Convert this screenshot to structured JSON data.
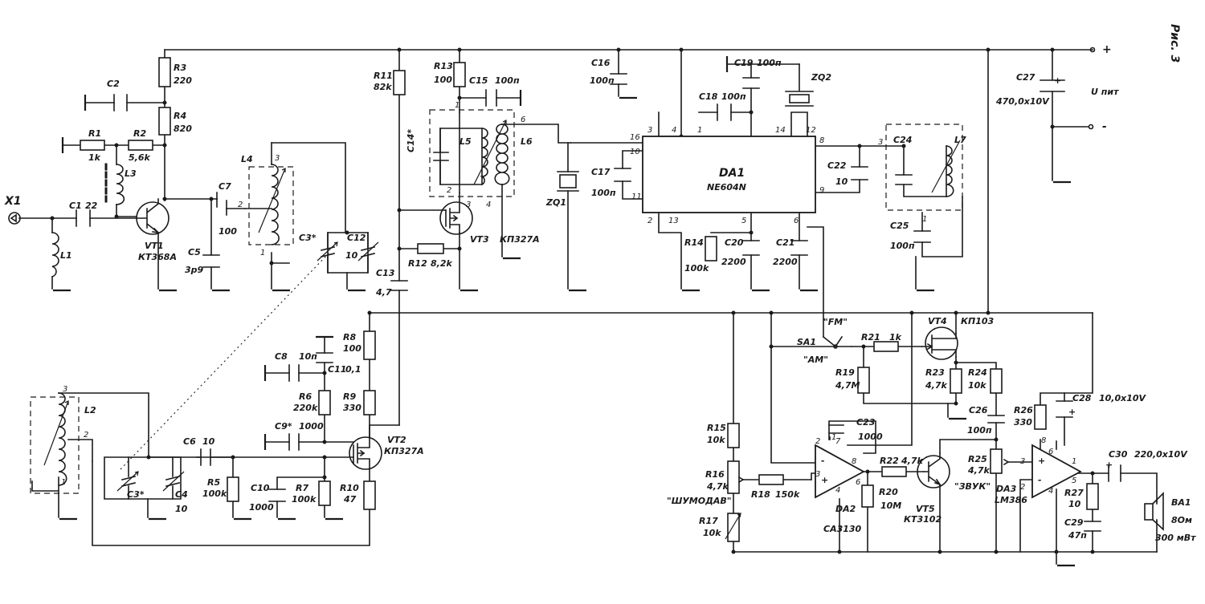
{
  "figure": {
    "title": "Рис. 3"
  },
  "power": {
    "plus": "+",
    "minus": "-",
    "label": "U пит"
  },
  "connectors": {
    "x1": "X1",
    "ba1": "BA1",
    "ba1_imp": "8Ом",
    "ba1_pwr": "300 мВт"
  },
  "switch": {
    "name": "SA1",
    "fm": "\"FM\"",
    "am": "\"AM\""
  },
  "controls": {
    "shumodav": "\"ШУМОДАВ\"",
    "zvuk": "\"ЗВУК\""
  },
  "chips": {
    "da1": {
      "name": "DA1",
      "part": "NE604N"
    },
    "da2": {
      "name": "DA2",
      "part": "CA3130"
    },
    "da3": {
      "name": "DA3",
      "part": "LM386"
    }
  },
  "transistors": [
    {
      "name": "VT1",
      "part": "КТ368А"
    },
    {
      "name": "VT2",
      "part": "КП327А"
    },
    {
      "name": "VT3",
      "part": "КП327А"
    },
    {
      "name": "VT4",
      "part": "КП103"
    },
    {
      "name": "VT5",
      "part": "КТ3102"
    }
  ],
  "resistors": [
    {
      "name": "R1",
      "value": "1k"
    },
    {
      "name": "R2",
      "value": "5,6k"
    },
    {
      "name": "R3",
      "value": "220"
    },
    {
      "name": "R4",
      "value": "820"
    },
    {
      "name": "R5",
      "value": "100k"
    },
    {
      "name": "R6",
      "value": "220k"
    },
    {
      "name": "R7",
      "value": "100k"
    },
    {
      "name": "R8",
      "value": "100"
    },
    {
      "name": "R9",
      "value": "330"
    },
    {
      "name": "R10",
      "value": "47"
    },
    {
      "name": "R11",
      "value": "82k"
    },
    {
      "name": "R12",
      "value": "8,2k"
    },
    {
      "name": "R13",
      "value": "100"
    },
    {
      "name": "R14",
      "value": "100k"
    },
    {
      "name": "R15",
      "value": "10k"
    },
    {
      "name": "R16",
      "value": "4,7k"
    },
    {
      "name": "R17",
      "value": "10k"
    },
    {
      "name": "R18",
      "value": "150k"
    },
    {
      "name": "R19",
      "value": "4,7М"
    },
    {
      "name": "R20",
      "value": "10М"
    },
    {
      "name": "R21",
      "value": "1k"
    },
    {
      "name": "R22",
      "value": "4,7k"
    },
    {
      "name": "R23",
      "value": "4,7k"
    },
    {
      "name": "R24",
      "value": "10k"
    },
    {
      "name": "R25",
      "value": "4,7k"
    },
    {
      "name": "R26",
      "value": "330"
    },
    {
      "name": "R27",
      "value": "10"
    }
  ],
  "capacitors": [
    {
      "name": "C1",
      "value": "22"
    },
    {
      "name": "C2",
      "value": ""
    },
    {
      "name": "C3*",
      "value": ""
    },
    {
      "name": "C4",
      "value": "10"
    },
    {
      "name": "C5",
      "value": "3р9"
    },
    {
      "name": "C6",
      "value": "10"
    },
    {
      "name": "C7",
      "value": "100"
    },
    {
      "name": "C8",
      "value": "10п"
    },
    {
      "name": "C9*",
      "value": "1000"
    },
    {
      "name": "C10",
      "value": "1000"
    },
    {
      "name": "C11",
      "value": "0,1"
    },
    {
      "name": "C12",
      "value": "10"
    },
    {
      "name": "C13",
      "value": "4,7"
    },
    {
      "name": "C14*",
      "value": ""
    },
    {
      "name": "C15",
      "value": "100п"
    },
    {
      "name": "C16",
      "value": "100п"
    },
    {
      "name": "C17",
      "value": "100п"
    },
    {
      "name": "C18",
      "value": "100п"
    },
    {
      "name": "C19",
      "value": "100п"
    },
    {
      "name": "C20",
      "value": "2200"
    },
    {
      "name": "C21",
      "value": "2200"
    },
    {
      "name": "C22",
      "value": "10"
    },
    {
      "name": "C23",
      "value": "1000"
    },
    {
      "name": "C24",
      "value": ""
    },
    {
      "name": "C25",
      "value": "100п"
    },
    {
      "name": "C26",
      "value": "100п"
    },
    {
      "name": "C27",
      "value": "470,0х10V"
    },
    {
      "name": "C28",
      "value": "10,0х10V"
    },
    {
      "name": "C29",
      "value": "47п"
    },
    {
      "name": "C30",
      "value": "220,0х10V"
    }
  ],
  "inductors": [
    "L1",
    "L2",
    "L3",
    "L4",
    "L5",
    "L6",
    "L7"
  ],
  "resonators": [
    "ZQ1",
    "ZQ2"
  ]
}
